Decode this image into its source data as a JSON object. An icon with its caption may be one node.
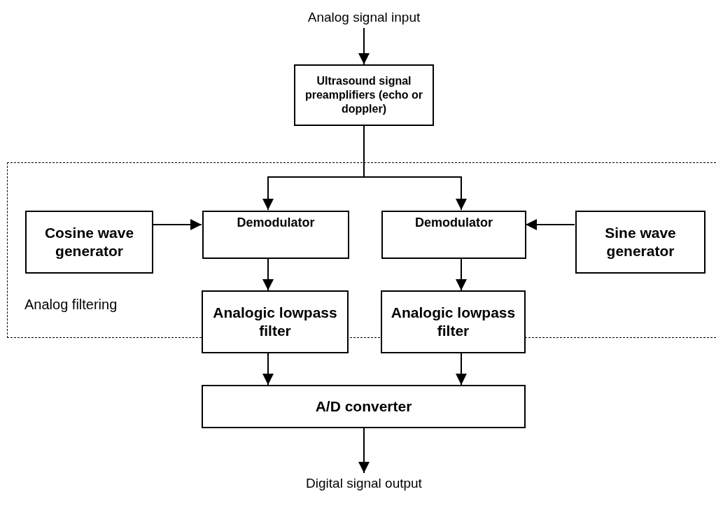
{
  "diagram": {
    "nodes": [
      {
        "text": [
          "Analog signal input"
        ]
      },
      {
        "text": [
          "Ultrasound signal preamplifiers (echo or doppler)"
        ]
      },
      {
        "text": [
          "Analog filtering"
        ]
      },
      {
        "text": [
          "Cosine wave generator"
        ],
        "in": 2
      },
      {
        "text": [
          "Demodulator"
        ],
        "in": 2
      },
      {
        "text": [
          "Demodulator"
        ],
        "in": 2
      },
      {
        "text": [
          "Sine wave generator"
        ],
        "in": 2
      },
      {
        "text": [
          "Analogic lowpass filter"
        ]
      },
      {
        "text": [
          "Analogic lowpass filter"
        ]
      },
      {
        "text": [
          "A/D converter"
        ]
      },
      {
        "text": [
          "Digital signal output"
        ]
      }
    ],
    "edges": [
      {
        "from": 0,
        "to": 1,
        "arrow": "to"
      },
      {
        "from": 1,
        "to": 4,
        "arrow": "to"
      },
      {
        "from": 1,
        "to": 5,
        "arrow": "to"
      },
      {
        "from": 3,
        "to": 4,
        "arrow": "to"
      },
      {
        "from": 6,
        "to": 5,
        "arrow": "to"
      },
      {
        "from": 4,
        "to": 7,
        "arrow": "to"
      },
      {
        "from": 5,
        "to": 8,
        "arrow": "to"
      },
      {
        "from": 7,
        "to": 9,
        "arrow": "to"
      },
      {
        "from": 8,
        "to": 9,
        "arrow": "to"
      },
      {
        "from": 9,
        "to": 10,
        "arrow": "to"
      }
    ]
  }
}
